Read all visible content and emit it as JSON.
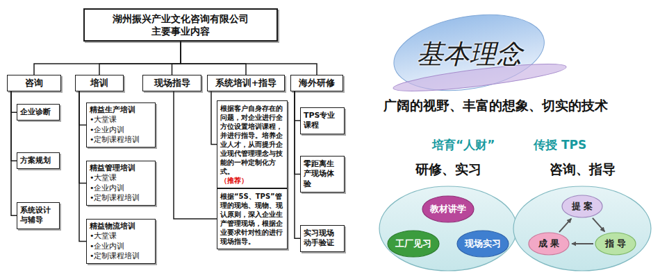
{
  "diagram": {
    "nodes": [
      {
        "text": [
          "湖州振兴产业文化咨询有限公司",
          "主要事业内容"
        ]
      },
      {
        "text": [
          "咨询"
        ]
      },
      {
        "text": [
          "培训"
        ]
      },
      {
        "text": [
          "现场指导"
        ]
      },
      {
        "text": [
          "系统培训+指导"
        ]
      },
      {
        "text": [
          "海外研修"
        ]
      },
      {
        "text": [
          "企业诊断"
        ]
      },
      {
        "text": [
          "方案规划"
        ]
      },
      {
        "text": [
          "系统设计与辅导"
        ]
      },
      {
        "text": [
          "精益生产培训",
          "•大堂课",
          "•企业内训",
          "•定制课程培训"
        ]
      },
      {
        "text": [
          "精益管理培训",
          "•大堂课",
          "•企业内训",
          "•定制课程培训"
        ]
      },
      {
        "text": [
          "精益物流培训",
          "•大堂课",
          "•企业内训",
          "•定制课程培训"
        ]
      },
      {
        "text": [
          "根据客户自身存在的问题，对企业进行全方位设置培训课程，并进行指导。培养企业人才，从而提升企业现代管理理念与技能的一种定制化方式。",
          "（推荐）"
        ]
      },
      {
        "text": [
          "根据“5S、TPS”管理的现地、现物、现认原则，深入企业生产管理现场，根据企业要求针对性的进行现场指导。"
        ]
      },
      {
        "text": [
          "TPS专业课程"
        ]
      },
      {
        "text": [
          "零距离生产现场体验"
        ]
      },
      {
        "text": [
          "实习现场动手验证"
        ]
      },
      {
        "text": [
          "基本理念"
        ]
      },
      {
        "text": [
          "研修、实习"
        ]
      },
      {
        "text": [
          "教材讲学"
        ],
        "in": 18
      },
      {
        "text": [
          "工厂见习"
        ],
        "in": 18
      },
      {
        "text": [
          "现场实习"
        ],
        "in": 18
      },
      {
        "text": [
          "咨询、指导"
        ]
      },
      {
        "text": [
          "提 案"
        ],
        "in": 22
      },
      {
        "text": [
          "成 果"
        ],
        "in": 22
      },
      {
        "text": [
          "指 导"
        ],
        "in": 22
      }
    ],
    "edges": [
      {
        "from": 0,
        "to": 1,
        "arrow": "none"
      },
      {
        "from": 0,
        "to": 2,
        "arrow": "none"
      },
      {
        "from": 0,
        "to": 3,
        "arrow": "none"
      },
      {
        "from": 0,
        "to": 4,
        "arrow": "none"
      },
      {
        "from": 0,
        "to": 5,
        "arrow": "none"
      },
      {
        "from": 1,
        "to": 6,
        "arrow": "none"
      },
      {
        "from": 1,
        "to": 7,
        "arrow": "none"
      },
      {
        "from": 1,
        "to": 8,
        "arrow": "none"
      },
      {
        "from": 2,
        "to": 9,
        "arrow": "none"
      },
      {
        "from": 2,
        "to": 10,
        "arrow": "none"
      },
      {
        "from": 2,
        "to": 11,
        "arrow": "none"
      },
      {
        "from": 4,
        "to": 12,
        "arrow": "none"
      },
      {
        "from": 3,
        "to": 13,
        "arrow": "none"
      },
      {
        "from": 5,
        "to": 14,
        "arrow": "none"
      },
      {
        "from": 5,
        "to": 15,
        "arrow": "none"
      },
      {
        "from": 5,
        "to": 16,
        "arrow": "none"
      },
      {
        "from": 23,
        "to": 25,
        "arrow": "to"
      },
      {
        "from": 25,
        "to": 24,
        "arrow": "to"
      },
      {
        "from": 24,
        "to": 23,
        "arrow": "to"
      }
    ],
    "labels": [
      "广阔的视野、丰富的想象、切实的技术",
      "培育“人财”",
      "传授 TPS"
    ]
  }
}
